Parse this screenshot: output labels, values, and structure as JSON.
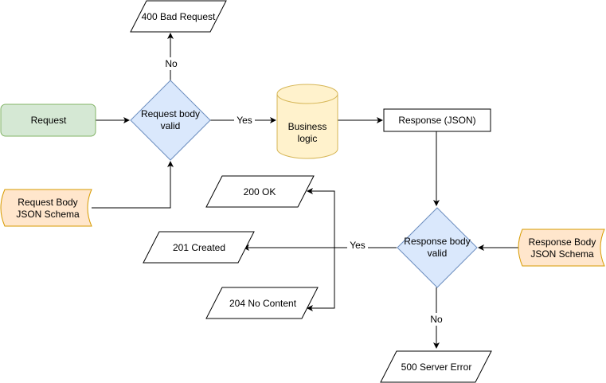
{
  "nodes": {
    "request": "Request",
    "request_body_valid": [
      "Request body",
      "valid"
    ],
    "bad_request": "400 Bad Request",
    "request_schema": [
      "Request Body",
      "JSON Schema"
    ],
    "business_logic": [
      "Business",
      "logic"
    ],
    "response_json": "Response (JSON)",
    "response_body_valid": [
      "Response body",
      "valid"
    ],
    "response_schema": [
      "Response Body",
      "JSON Schema"
    ],
    "ok_200": "200 OK",
    "created_201": "201 Created",
    "no_content_204": "204 No Content",
    "server_error_500": "500 Server Error"
  },
  "edge_labels": {
    "no_top": "No",
    "yes_right": "Yes",
    "yes_left": "Yes",
    "no_bottom": "No"
  },
  "colors": {
    "green_fill": "#d5e8d4",
    "green_stroke": "#82b366",
    "blue_fill": "#dae8fc",
    "blue_stroke": "#6c8ebf",
    "yellow_fill": "#fff2cc",
    "yellow_stroke": "#d6b656",
    "orange_fill": "#ffe6cc",
    "orange_stroke": "#d79b00"
  }
}
